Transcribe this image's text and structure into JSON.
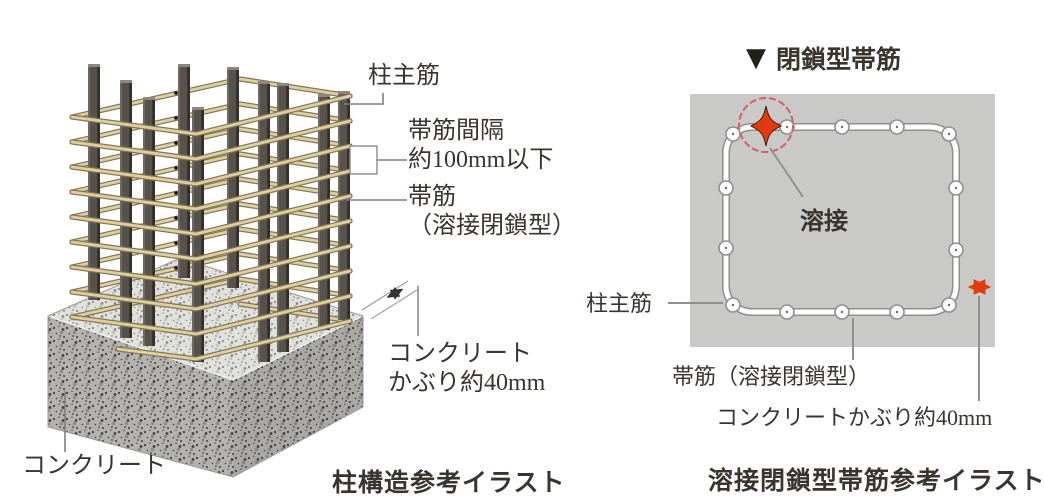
{
  "colors": {
    "accent_red": "#e23a0c",
    "weld_circle_red": "#e05a64",
    "hoop_tan": "#dcd0a2",
    "hoop_outline": "#857550",
    "rebar_gray": "#57524b",
    "concrete_top": "#e0e0dd",
    "concrete_front": "#b3b2af",
    "section_gray": "#c9c9c7",
    "text": "#3a342d"
  },
  "left_figure": {
    "caption": "柱構造参考イラスト",
    "labels": {
      "main_rebar": "柱主筋",
      "hoop_spacing_line1": "帯筋間隔",
      "hoop_spacing_line2": "約100mm以下",
      "hoop_line1": "帯筋",
      "hoop_line2": "（溶接閉鎖型）",
      "cover_line1": "コンクリート",
      "cover_line2": "かぶり約40mm",
      "concrete": "コンクリート"
    }
  },
  "right_figure": {
    "marker": "▼",
    "title": "閉鎖型帯筋",
    "caption": "溶接閉鎖型帯筋参考イラスト",
    "labels": {
      "weld": "溶接",
      "main_rebar": "柱主筋",
      "hoop": "帯筋（溶接閉鎖型）",
      "cover": "コンクリートかぶり約40mm"
    }
  }
}
